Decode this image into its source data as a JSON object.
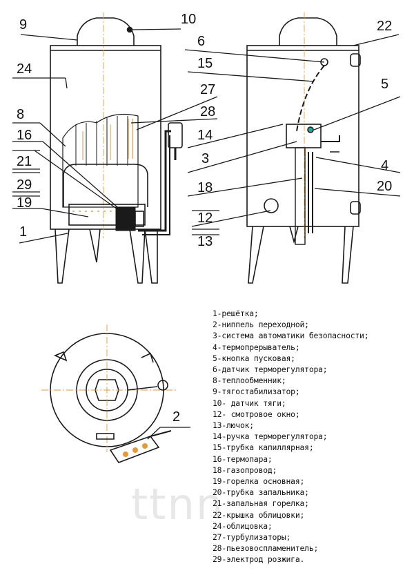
{
  "callouts": {
    "front": [
      "9",
      "10",
      "24",
      "8",
      "16",
      "21",
      "29",
      "19",
      "1",
      "27",
      "28"
    ],
    "side": [
      "6",
      "22",
      "15",
      "5",
      "14",
      "3",
      "4",
      "18",
      "20",
      "12",
      "13"
    ],
    "top": [
      "2"
    ]
  },
  "legend": [
    "1-решётка;",
    "2-ниппель переходной;",
    "3-система автоматики безопасности;",
    "4-термопрерыватель;",
    "5-кнопка пусковая;",
    "6-датчик терморегулятора;",
    "8-теплообменник;",
    "9-тягостабилизатор;",
    "10- датчик тяги;",
    "12- смотровое окно;",
    "13-лючок;",
    "14-ручка терморегулятора;",
    "15-трубка капиллярная;",
    "16-термопара;",
    "18-газопровод;",
    "19-горелка основная;",
    "20-трубка запальника;",
    "21-запальная горелка;",
    "22-крышка облицовки;",
    "24-облицовка;",
    "27-турбулизаторы;",
    "28-пьезовоспламенитель;",
    "29-электрод розжига."
  ],
  "watermark": "ttnn"
}
